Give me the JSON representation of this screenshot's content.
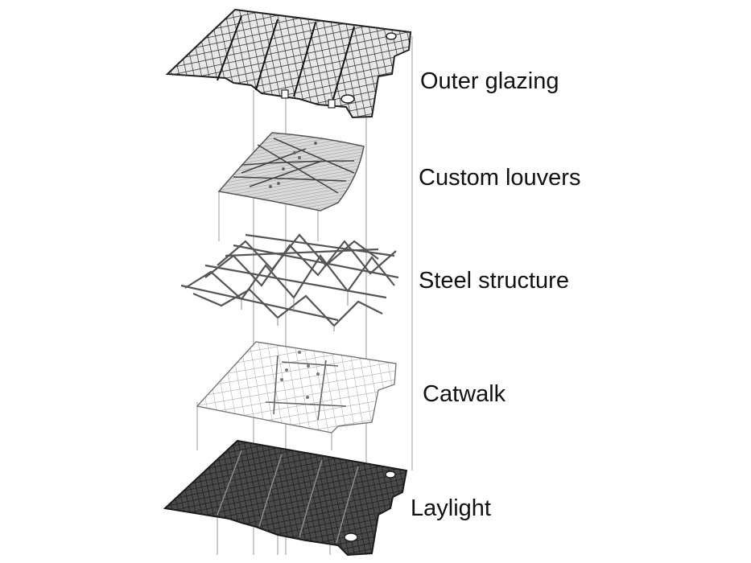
{
  "layers": [
    {
      "id": "outer-glazing",
      "label": "Outer glazing"
    },
    {
      "id": "custom-louvers",
      "label": "Custom louvers"
    },
    {
      "id": "steel-structure",
      "label": "Steel structure"
    },
    {
      "id": "catwalk",
      "label": "Catwalk"
    },
    {
      "id": "laylight",
      "label": "Laylight"
    }
  ],
  "colors": {
    "dark_panel": "#3a3a3a",
    "light_mesh": "#b8b8b8",
    "line": "#555555",
    "guide": "#9a9a9a",
    "text": "#111111"
  }
}
